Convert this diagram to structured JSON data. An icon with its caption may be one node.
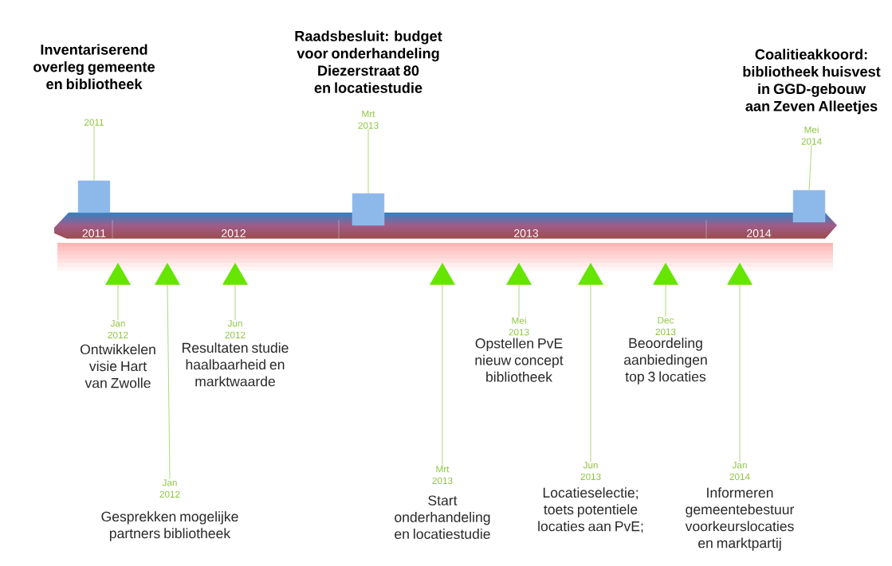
{
  "diagram": {
    "nodes": [
      {
        "text": [
          "Inventariserend overleg gemeente en bibliotheek",
          "2011"
        ]
      },
      {
        "text": [
          "Raadsbesluit: budget voor onderhandeling Diezerstraat 80 en locatiestudie",
          "Mrt 2013"
        ]
      },
      {
        "text": [
          "Coalitieakkoord: bibliotheek huisvest in GGD-gebouw aan Zeven Alleetjes",
          "Mei 2014"
        ]
      },
      {
        "text": [
          "Jan 2012",
          "Ontwikkelen visie Hart van Zwolle"
        ]
      },
      {
        "text": [
          "Jan 2012",
          "Gesprekken mogelijke partners bibliotheek"
        ]
      },
      {
        "text": [
          "Jun 2012",
          "Resultaten studie haalbaarheid en marktwaarde"
        ]
      },
      {
        "text": [
          "Mrt 2013",
          "Start onderhandeling en locatiestudie"
        ]
      },
      {
        "text": [
          "Mei 2013",
          "Opstellen PvE nieuw concept bibliotheek"
        ]
      },
      {
        "text": [
          "Jun 2013",
          "Locatieselectie; toets potentiele locaties aan PvE;"
        ]
      },
      {
        "text": [
          "Dec 2013",
          "Beoordeling aanbiedingen top 3 locaties"
        ]
      },
      {
        "text": [
          "Jan 2014",
          "Informeren gemeentebestuur voorkeurslocaties en marktpartij"
        ]
      },
      {
        "text": [],
        "shape": "box"
      },
      {
        "text": [],
        "shape": "box"
      },
      {
        "text": [],
        "shape": "box"
      },
      {
        "text": [],
        "shape": "triangle"
      },
      {
        "text": [],
        "shape": "triangle"
      },
      {
        "text": [],
        "shape": "triangle"
      },
      {
        "text": [],
        "shape": "triangle"
      },
      {
        "text": [],
        "shape": "triangle"
      },
      {
        "text": [],
        "shape": "triangle"
      },
      {
        "text": [],
        "shape": "triangle"
      },
      {
        "text": [],
        "shape": "triangle"
      }
    ],
    "edges": [
      {
        "from": 0,
        "to": 11,
        "arrow": "none"
      },
      {
        "from": 1,
        "to": 12,
        "arrow": "none"
      },
      {
        "from": 2,
        "to": 13,
        "arrow": "none"
      },
      {
        "from": 3,
        "to": 14,
        "arrow": "none"
      },
      {
        "from": 4,
        "to": 15,
        "arrow": "none"
      },
      {
        "from": 5,
        "to": 16,
        "arrow": "none"
      },
      {
        "from": 6,
        "to": 17,
        "arrow": "none"
      },
      {
        "from": 7,
        "to": 18,
        "arrow": "none"
      },
      {
        "from": 8,
        "to": 19,
        "arrow": "none"
      },
      {
        "from": 9,
        "to": 20,
        "arrow": "none"
      },
      {
        "from": 10,
        "to": 21,
        "arrow": "none"
      }
    ],
    "labels": [
      "2011",
      "2012",
      "2013",
      "2014"
    ]
  }
}
